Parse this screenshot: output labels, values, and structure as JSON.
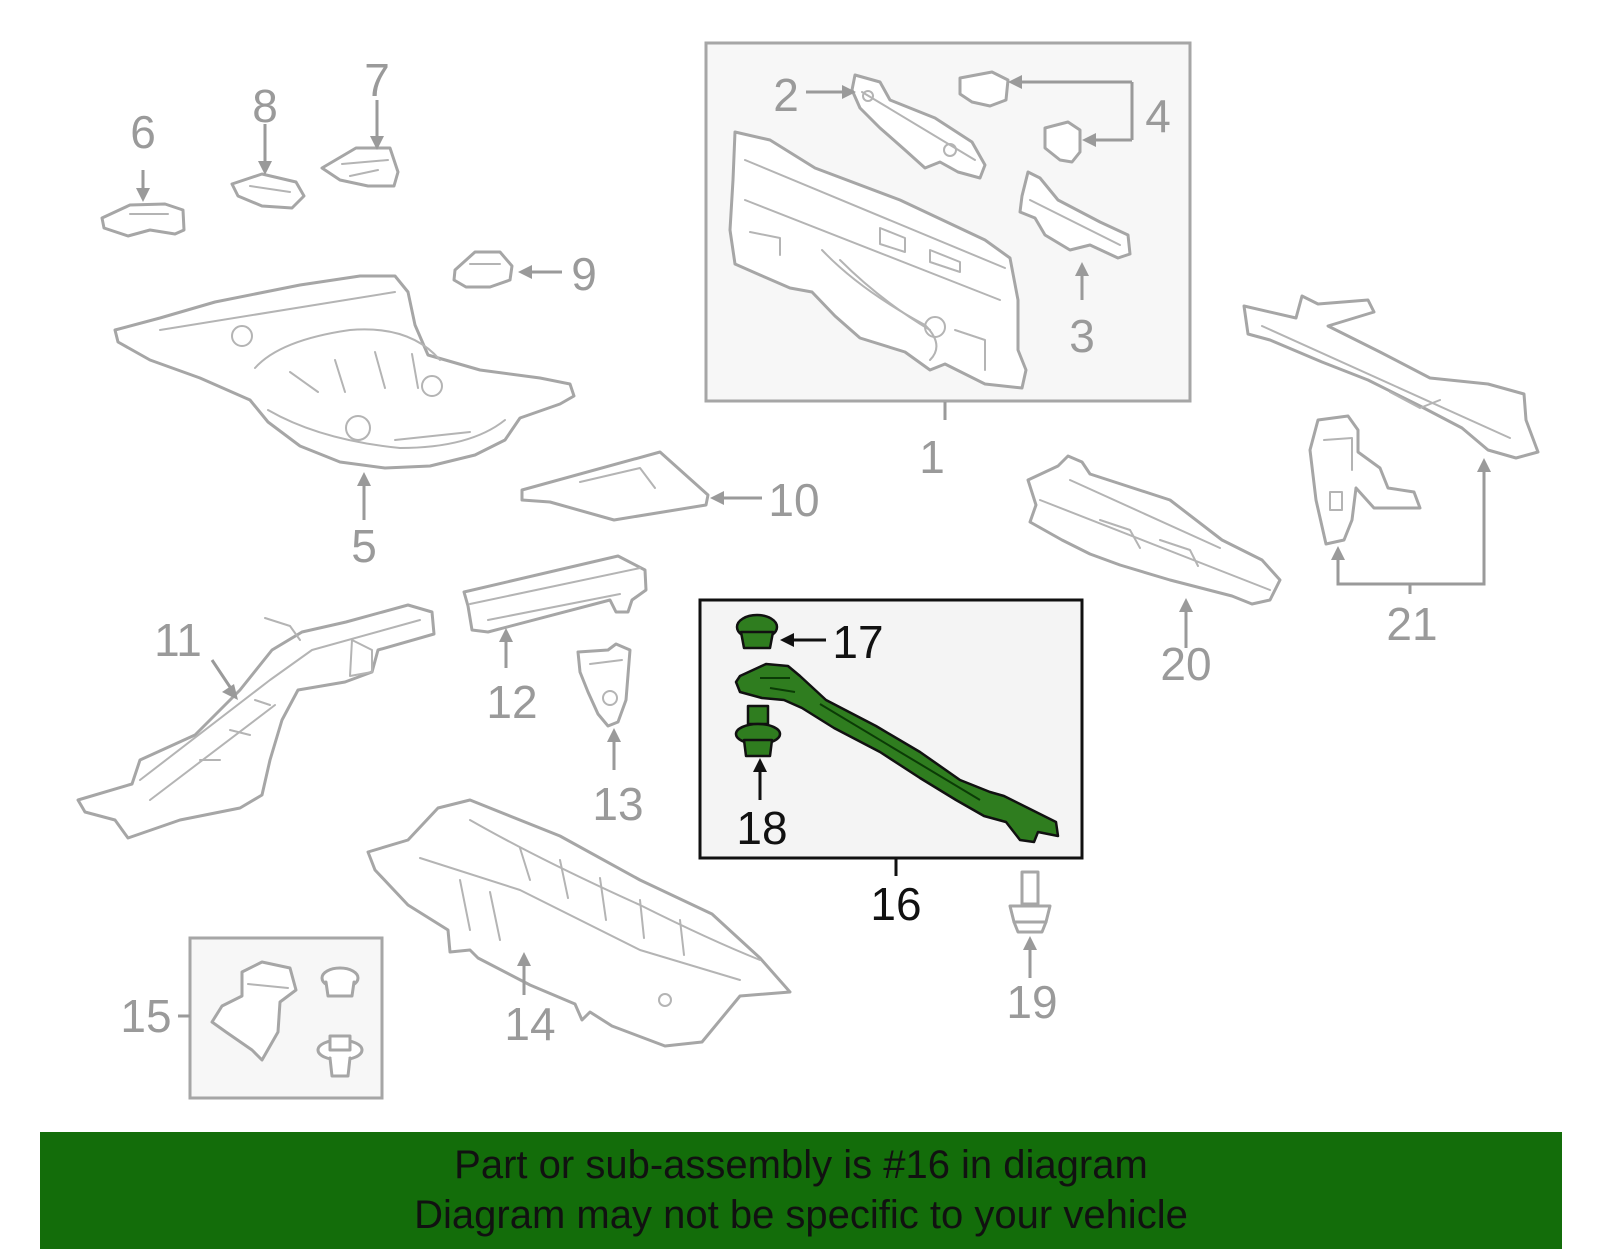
{
  "callouts": {
    "c1": "1",
    "c2": "2",
    "c3": "3",
    "c4": "4",
    "c5": "5",
    "c6": "6",
    "c7": "7",
    "c8": "8",
    "c9": "9",
    "c10": "10",
    "c11": "11",
    "c12": "12",
    "c13": "13",
    "c14": "14",
    "c15": "15",
    "c16": "16",
    "c17": "17",
    "c18": "18",
    "c19": "19",
    "c20": "20",
    "c21": "21"
  },
  "highlighted_callouts": [
    "16",
    "17",
    "18"
  ],
  "colors": {
    "highlight_fill": "#2f7d1f",
    "banner_background": "#136d0a",
    "part_outline": "#a6a6a6",
    "highlight_outline": "#111111"
  },
  "banner": {
    "line1": "Part or sub-assembly is #16 in diagram",
    "line2": "Diagram may not be specific to your vehicle"
  }
}
